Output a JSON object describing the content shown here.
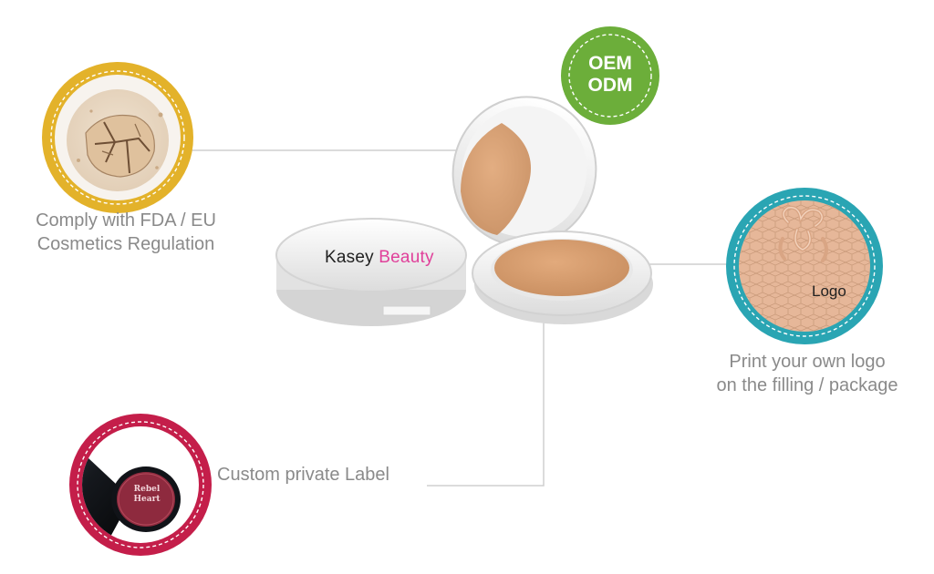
{
  "badges": {
    "oem": "OEM",
    "odm": "ODM"
  },
  "features": {
    "regulation": {
      "line1": "Comply with FDA / EU",
      "line2": "Cosmetics Regulation"
    },
    "logo": {
      "line1": "Print your own logo",
      "line2": "on the filling / package",
      "sample_text": "Logo"
    },
    "private_label": {
      "caption": "Custom private Label",
      "tube_text_line1": "Rebel",
      "tube_text_line2": "Heart"
    }
  },
  "product": {
    "brand_first": "Kasey",
    "brand_second": "Beauty"
  },
  "colors": {
    "yellow_ring": "#e3b22a",
    "teal_ring": "#2aa5b3",
    "crimson_ring": "#c41e4a",
    "green_badge": "#6cae3a",
    "brand_pink": "#e0409a",
    "powder": "#d9a275",
    "connector_line": "#c8c8c8"
  },
  "icons": {
    "powder": "cracked-powder-icon",
    "logo": "embossed-logo-icon",
    "tube": "lipstick-tube-icon"
  }
}
